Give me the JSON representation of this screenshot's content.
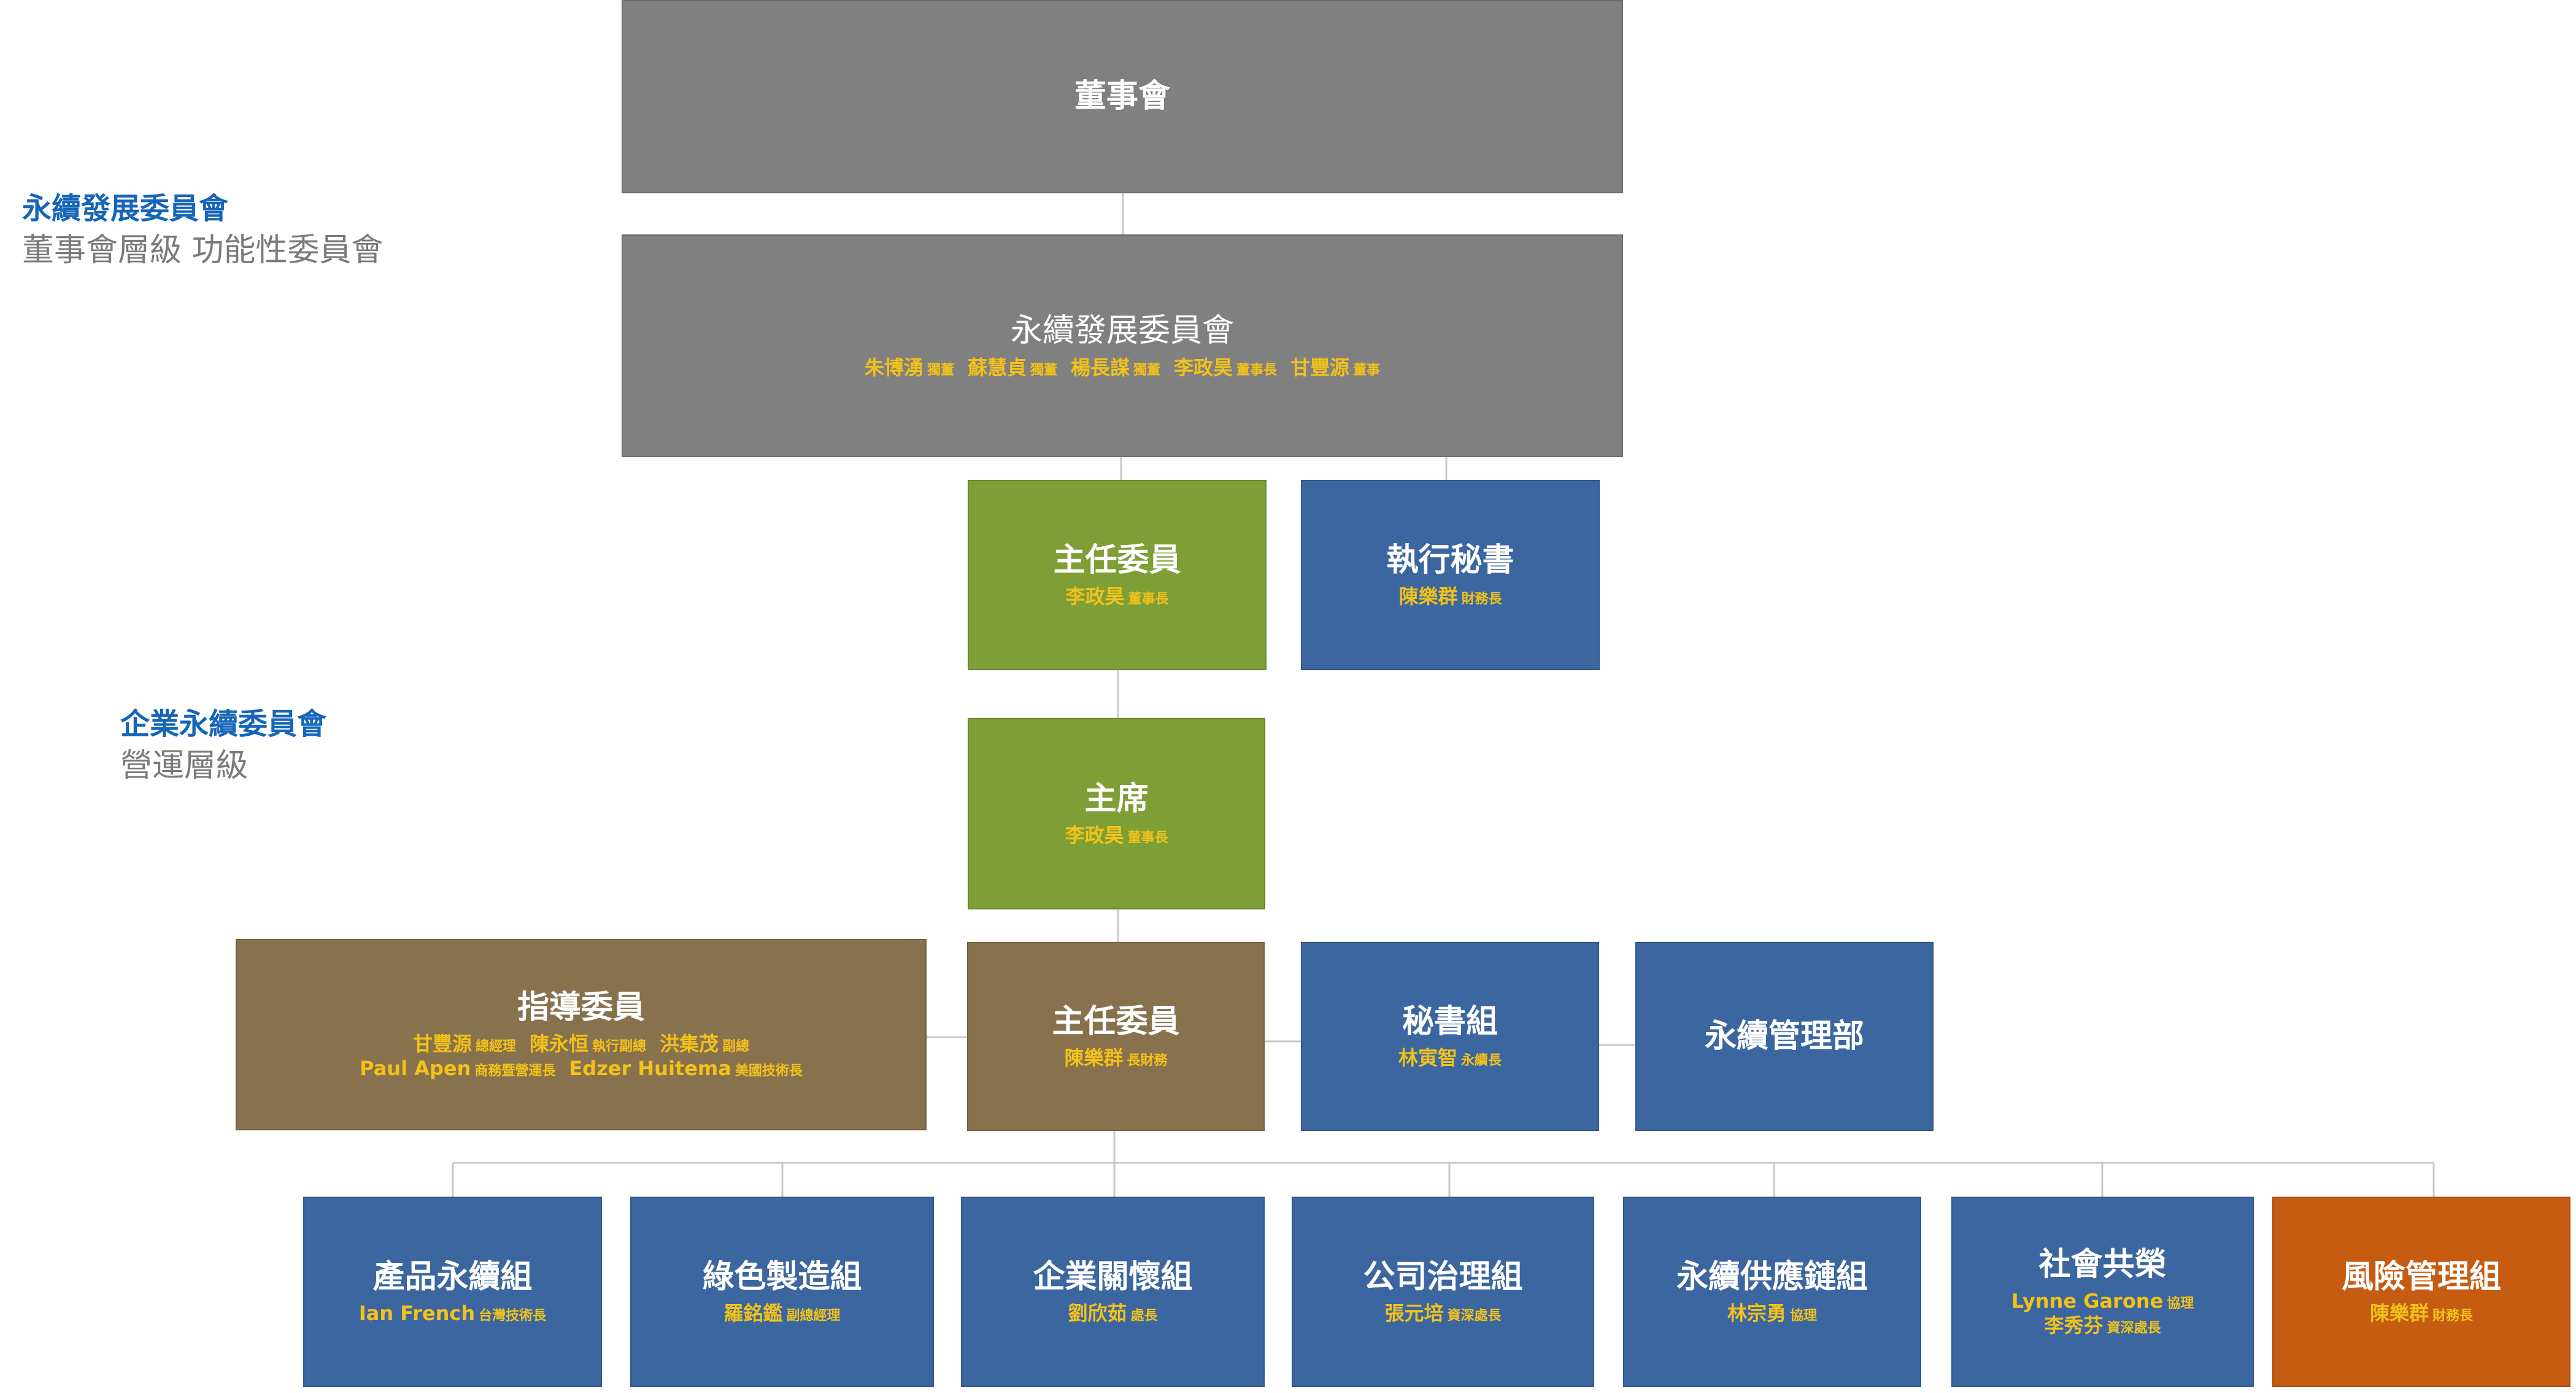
{
  "side_labels": {
    "board_level": {
      "title": "永續發展委員會",
      "subtitle": "董事會層級 功能性委員會"
    },
    "operation_level": {
      "title": "企業永續委員會",
      "subtitle": "營運層級"
    }
  },
  "boxes": {
    "board": {
      "title": "董事會"
    },
    "sd_committee": {
      "title": "永續發展委員會",
      "members": [
        [
          {
            "name": "朱博湧",
            "role": "獨董"
          },
          {
            "name": "蘇慧貞",
            "role": "獨董"
          },
          {
            "name": "楊長謀",
            "role": "獨董"
          },
          {
            "name": "李政昊",
            "role": "董事長"
          },
          {
            "name": "甘豐源",
            "role": "董事"
          }
        ]
      ]
    },
    "director_top": {
      "title": "主任委員",
      "members": [
        [
          {
            "name": "李政昊",
            "role": "董事長"
          }
        ]
      ]
    },
    "exec_secretary": {
      "title": "執行秘書",
      "members": [
        [
          {
            "name": "陳樂群",
            "role": "財務長"
          }
        ]
      ]
    },
    "chair": {
      "title": "主席",
      "members": [
        [
          {
            "name": "李政昊",
            "role": "董事長"
          }
        ]
      ]
    },
    "steering": {
      "title": "指導委員",
      "members": [
        [
          {
            "name": "甘豐源",
            "role": "總經理"
          },
          {
            "name": "陳永恒",
            "role": "執行副總"
          },
          {
            "name": "洪集茂",
            "role": "副總"
          }
        ],
        [
          {
            "name": "Paul Apen",
            "role": "商務暨營運長"
          },
          {
            "name": "Edzer Huitema",
            "role": "美國技術長"
          }
        ]
      ]
    },
    "director_mid": {
      "title": "主任委員",
      "members": [
        [
          {
            "name": "陳樂群",
            "role": "長財務"
          }
        ]
      ]
    },
    "secretariat": {
      "title": "秘書組",
      "members": [
        [
          {
            "name": "林寅智",
            "role": "永續長"
          }
        ]
      ]
    },
    "esg_dept": {
      "title": "永續管理部"
    },
    "product": {
      "title": "產品永續組",
      "members": [
        [
          {
            "name": "Ian French",
            "role": "台灣技術長"
          }
        ]
      ]
    },
    "green_mfg": {
      "title": "綠色製造組",
      "members": [
        [
          {
            "name": "羅銘鑑",
            "role": "副總經理"
          }
        ]
      ]
    },
    "csr": {
      "title": "企業關懷組",
      "members": [
        [
          {
            "name": "劉欣茹",
            "role": "處長"
          }
        ]
      ]
    },
    "governance": {
      "title": "公司治理組",
      "members": [
        [
          {
            "name": "張元培",
            "role": "資深處長"
          }
        ]
      ]
    },
    "supply_chain": {
      "title": "永續供應鏈組",
      "members": [
        [
          {
            "name": "林宗勇",
            "role": "協理"
          }
        ]
      ]
    },
    "social": {
      "title": "社會共榮",
      "members": [
        [
          {
            "name": "Lynne Garone",
            "role": "協理"
          }
        ],
        [
          {
            "name": "李秀芬",
            "role": "資深處長"
          }
        ]
      ]
    },
    "risk": {
      "title": "風險管理組",
      "members": [
        [
          {
            "name": "陳樂群",
            "role": "財務長"
          }
        ]
      ]
    }
  },
  "colors": {
    "board_gray": "#808080",
    "chair_green": "#7d9f35",
    "group_blue": "#3b66a0",
    "steering_brown": "#88724d",
    "risk_orange": "#c65c12",
    "member_text": "#f2c21a",
    "label_blue": "#1565b8"
  }
}
